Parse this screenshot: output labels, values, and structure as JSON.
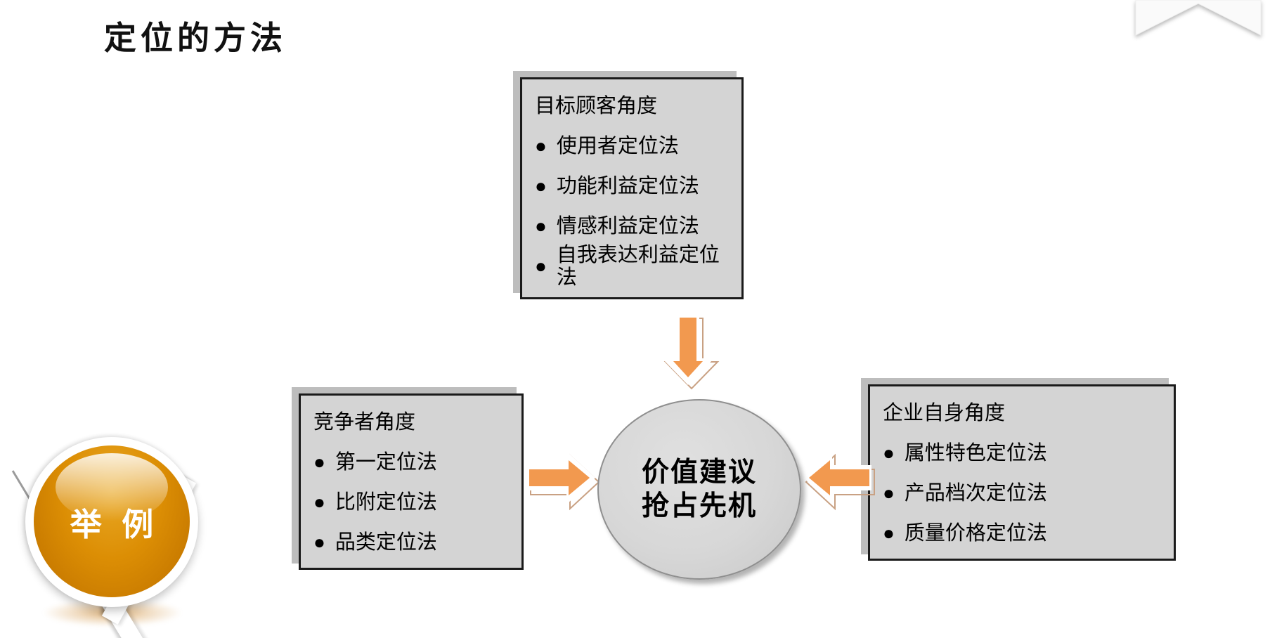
{
  "slide": {
    "title": "定位的方法",
    "bullet_glyph": "●",
    "badge_label": "举 例",
    "center_ellipse": {
      "line1": "价值建议",
      "line2": "抢占先机"
    },
    "top_box": {
      "header": "目标顾客角度",
      "items": [
        "使用者定位法",
        "功能利益定位法",
        "情感利益定位法",
        "自我表达利益定位法"
      ]
    },
    "left_box": {
      "header": "竞争者角度",
      "items": [
        "第一定位法",
        "比附定位法",
        "品类定位法"
      ]
    },
    "right_box": {
      "header": "企业自身角度",
      "items": [
        "属性特色定位法",
        "产品档次定位法",
        "质量价格定位法"
      ]
    },
    "colors": {
      "arrow_orange": "#F2994F",
      "arrow_outline_tan": "#C9A183",
      "box_fill": "#D4D4D4",
      "box_border": "#1A1A1A",
      "box_shadow": "#BDBDBD",
      "ellipse_fill": "#D7D7D7",
      "badge_orange": "#DC8E04"
    }
  }
}
